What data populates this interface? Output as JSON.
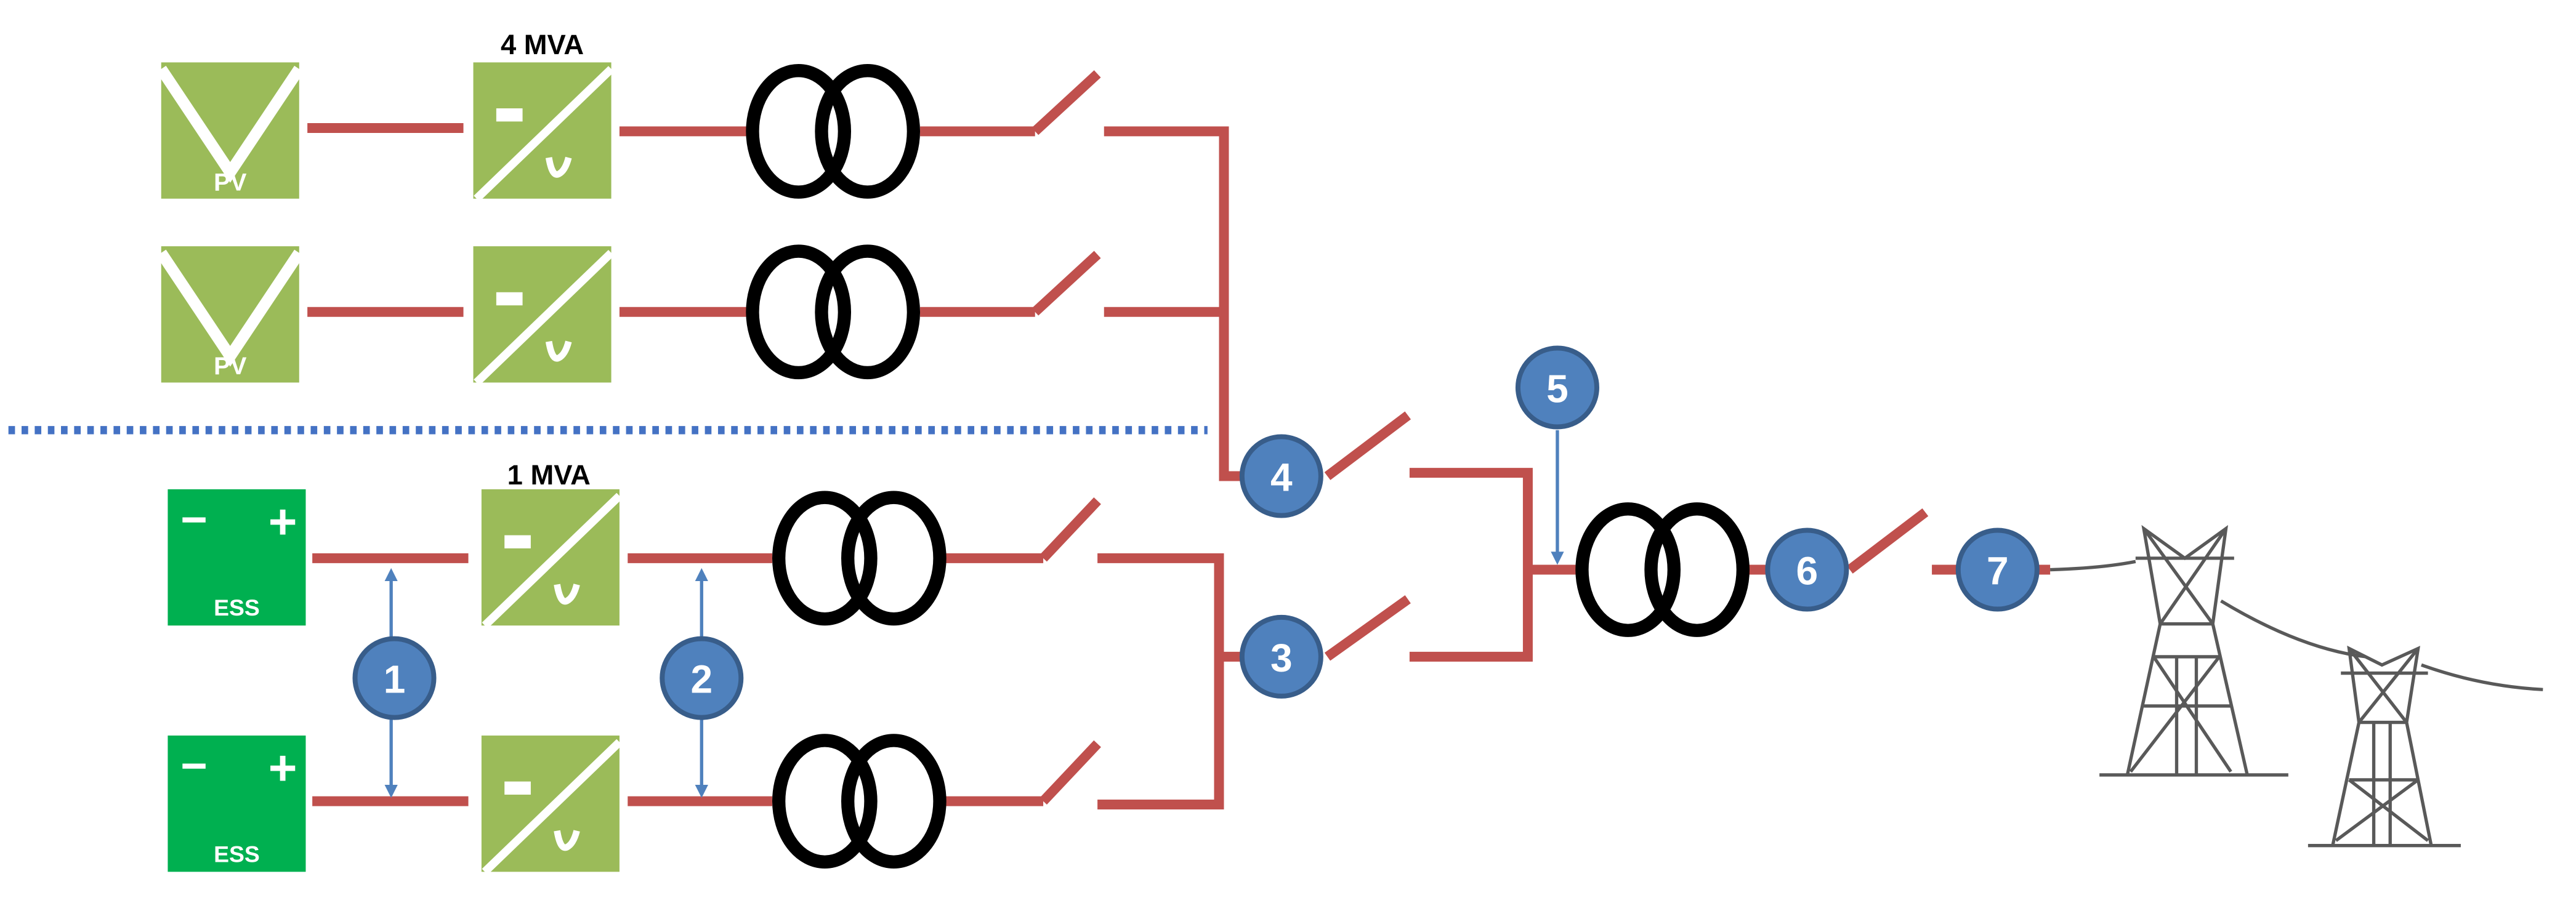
{
  "colors": {
    "pv_green": "#9bbb59",
    "ess_green": "#00b050",
    "line_red": "#c0504d",
    "node_blue": "#4f81bd",
    "node_border": "#385d8a",
    "divider_blue": "#4472c4",
    "tower_gray": "#595959"
  },
  "labels": {
    "pv_rating": "4 MVA",
    "ess_rating": "1 MVA",
    "pv": "PV",
    "ess": "ESS",
    "minus": "−",
    "plus": "+"
  },
  "nodes": [
    "1",
    "2",
    "3",
    "4",
    "5",
    "6",
    "7"
  ]
}
